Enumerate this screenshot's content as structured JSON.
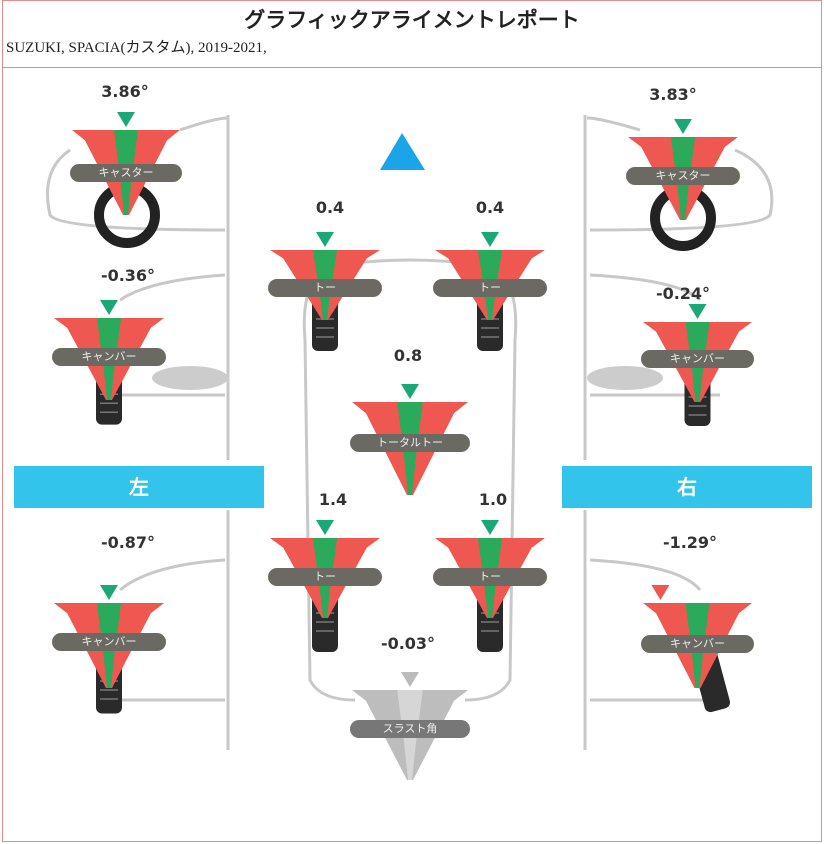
{
  "header": {
    "title": "グラフィックアライメントレポート",
    "subtitle": "SUZUKI, SPACIA(カスタム), 2019-2021,"
  },
  "sides": {
    "left": "左",
    "right": "右"
  },
  "colors": {
    "red": "#ee5850",
    "green": "#2aaa5a",
    "marker": "#1aa877",
    "banner": "#33c4ec",
    "direction": "#1aa5e8",
    "thrust": "#c8c8c8"
  },
  "gauges": {
    "caster_left": {
      "label": "キャスター",
      "value": "3.86°",
      "marker": "green"
    },
    "caster_right": {
      "label": "キャスター",
      "value": "3.83°",
      "marker": "green"
    },
    "camber_front_left": {
      "label": "キャンバー",
      "value": "-0.36°",
      "marker": "green"
    },
    "camber_front_right": {
      "label": "キャンバー",
      "value": "-0.24°",
      "marker": "green"
    },
    "toe_front_left": {
      "label": "トー",
      "value": "0.4",
      "marker": "green"
    },
    "toe_front_right": {
      "label": "トー",
      "value": "0.4",
      "marker": "green"
    },
    "total_toe": {
      "label": "トータルトー",
      "value": "0.8",
      "marker": "green"
    },
    "toe_rear_left": {
      "label": "トー",
      "value": "1.4",
      "marker": "green"
    },
    "toe_rear_right": {
      "label": "トー",
      "value": "1.0",
      "marker": "green"
    },
    "camber_rear_left": {
      "label": "キャンバー",
      "value": "-0.87°",
      "marker": "green"
    },
    "camber_rear_right": {
      "label": "キャンバー",
      "value": "-1.29°",
      "marker": "red"
    },
    "thrust_angle": {
      "label": "スラスト角",
      "value": "-0.03°",
      "marker": "gray"
    }
  }
}
